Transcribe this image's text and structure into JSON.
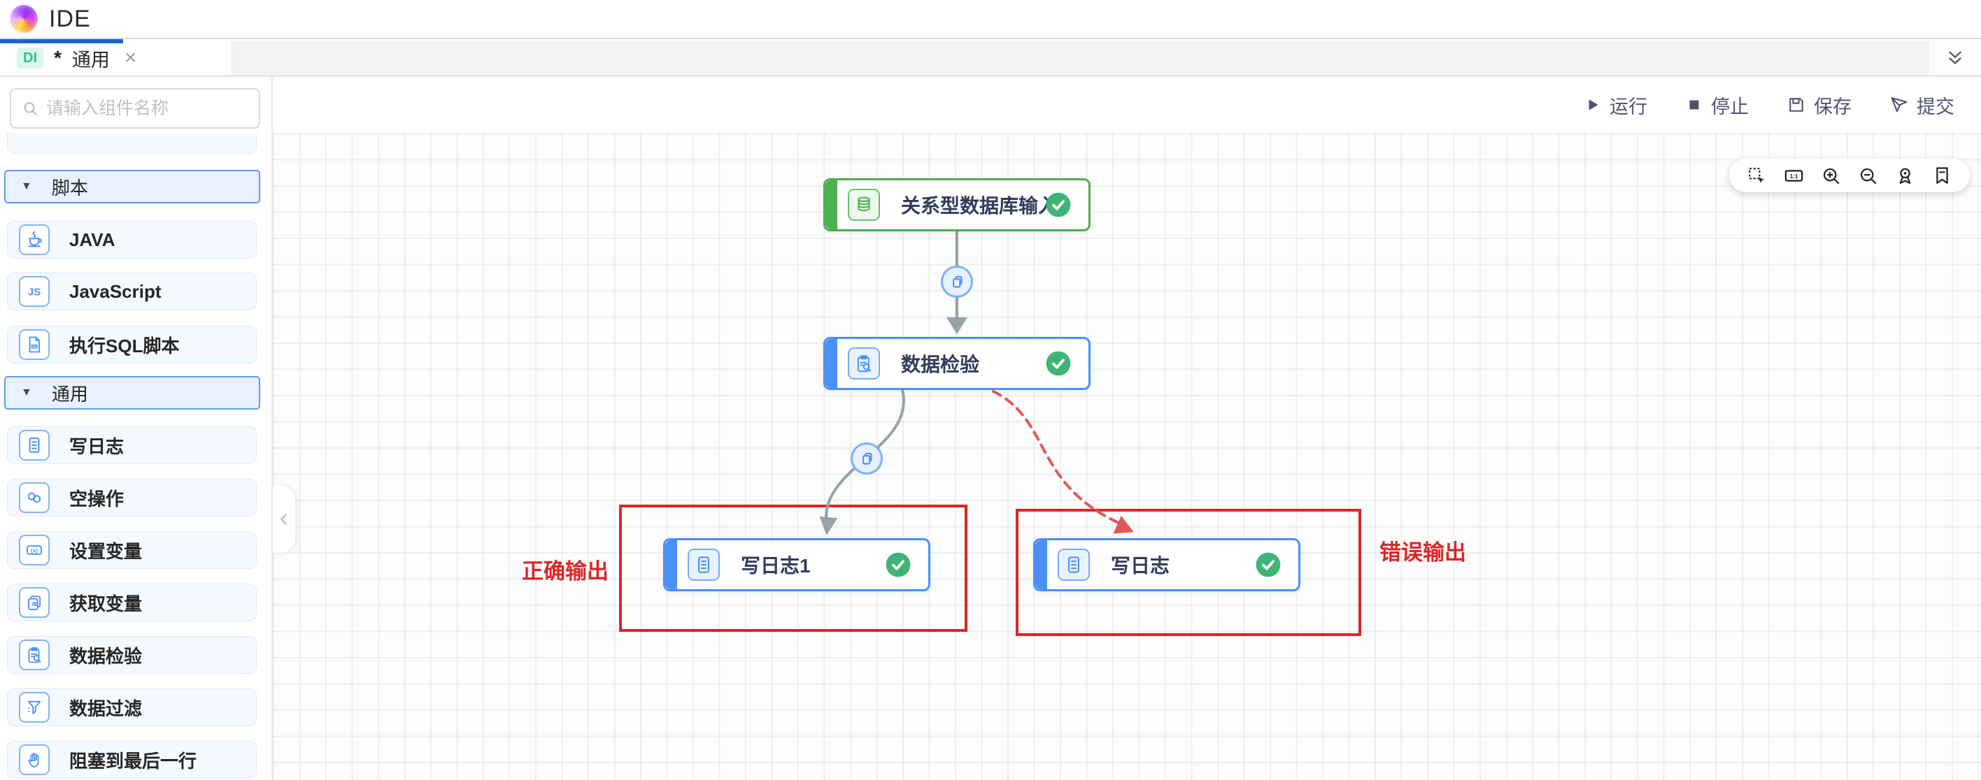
{
  "header": {
    "app_title": "IDE"
  },
  "tab_bar": {
    "tab": {
      "badge": "DI",
      "modified_marker": "*",
      "label": "通用",
      "close_glyph": "×"
    }
  },
  "actions": {
    "run": "运行",
    "stop": "停止",
    "save": "保存",
    "submit": "提交"
  },
  "sidebar": {
    "search_placeholder": "请输入组件名称",
    "sections": [
      {
        "label": "脚本",
        "items": [
          {
            "label": "JAVA",
            "icon": "java-icon"
          },
          {
            "label": "JavaScript",
            "icon": "javascript-icon"
          },
          {
            "label": "执行SQL脚本",
            "icon": "sql-script-icon"
          }
        ]
      },
      {
        "label": "通用",
        "items": [
          {
            "label": "写日志",
            "icon": "write-log-icon"
          },
          {
            "label": "空操作",
            "icon": "noop-icon"
          },
          {
            "label": "设置变量",
            "icon": "set-variable-icon"
          },
          {
            "label": "获取变量",
            "icon": "get-variable-icon"
          },
          {
            "label": "数据检验",
            "icon": "data-check-icon"
          },
          {
            "label": "数据过滤",
            "icon": "data-filter-icon"
          },
          {
            "label": "阻塞到最后一行",
            "icon": "block-until-last-row-icon"
          }
        ]
      }
    ]
  },
  "canvas": {
    "toolbar_icons": [
      "marquee-select",
      "actual-size-ratio",
      "zoom-in",
      "zoom-out",
      "locate",
      "bookmark"
    ],
    "nodes": [
      {
        "label": "关系型数据库输入",
        "color": "green",
        "status": "success"
      },
      {
        "label": "数据检验",
        "color": "blue",
        "status": "success"
      },
      {
        "label": "写日志1",
        "color": "blue",
        "status": "success"
      },
      {
        "label": "写日志",
        "color": "blue",
        "status": "success"
      }
    ],
    "edges": [
      {
        "from": "关系型数据库输入",
        "to": "数据检验",
        "style": "solid-gray",
        "badge": "copy"
      },
      {
        "from": "数据检验",
        "to": "写日志1",
        "style": "solid-gray",
        "badge": "copy"
      },
      {
        "from": "数据检验",
        "to": "写日志",
        "style": "dashed-red"
      }
    ],
    "annotations": [
      {
        "label": "正确输出"
      },
      {
        "label": "错误输出"
      }
    ]
  },
  "colors": {
    "accent_blue": "#1765cf",
    "node_green": "#4caf50",
    "node_blue": "#4a90f7",
    "status_success_green": "#3eb575",
    "annotation_red": "#dc2626",
    "tab_badge_teal": "#2fbf9b",
    "edge_gray": "#98a0a8"
  }
}
